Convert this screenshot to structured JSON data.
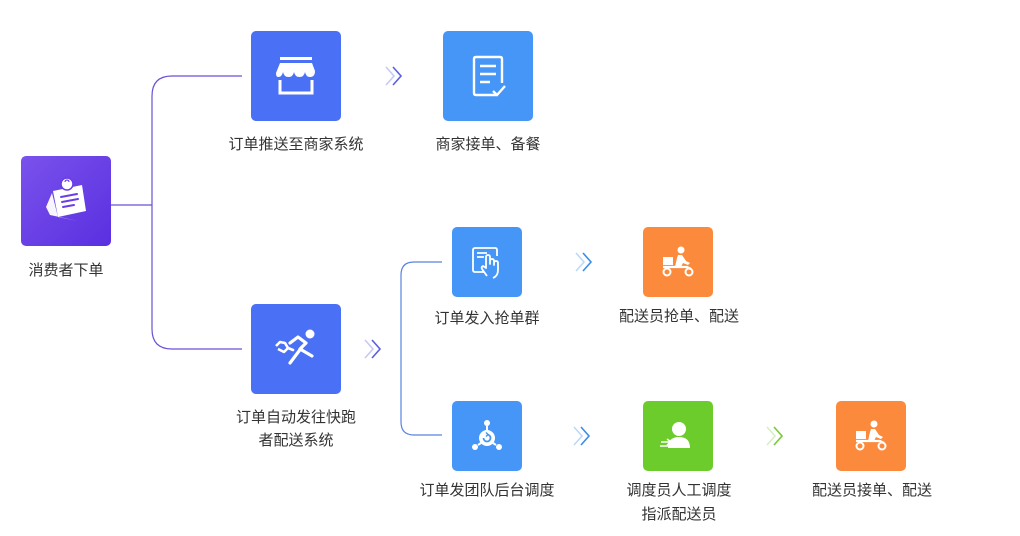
{
  "diagram": {
    "title": "",
    "colors": {
      "purple": "#6a3de8",
      "royal_blue": "#4a70f5",
      "sky_blue": "#4596f6",
      "orange": "#fb8a3c",
      "green": "#6ccc2b",
      "line_purple": "#6b4fd6",
      "line_blue": "#5b82e0",
      "arrow_blue": "#3a8ee8",
      "arrow_purple": "#5a5ee0",
      "arrow_green": "#78c83a"
    },
    "nodes": [
      {
        "id": "consumer",
        "label": "消费者下单",
        "icon": "sticky-note-pin-icon",
        "color": "purple"
      },
      {
        "id": "push_merchant",
        "label": "订单推送至商家系统",
        "icon": "storefront-icon",
        "color": "royal_blue"
      },
      {
        "id": "merchant_accept",
        "label": "商家接单、备餐",
        "icon": "document-check-icon",
        "color": "sky_blue"
      },
      {
        "id": "auto_dispatch",
        "label_line1": "订单自动发往快跑",
        "label_line2": "者配送系统",
        "icon": "runner-icon",
        "color": "royal_blue"
      },
      {
        "id": "grab_group",
        "label": "订单发入抢单群",
        "icon": "touch-tablet-icon",
        "color": "sky_blue"
      },
      {
        "id": "rider_grab",
        "label": "配送员抢单、配送",
        "icon": "delivery-scooter-icon",
        "color": "orange"
      },
      {
        "id": "team_dispatch",
        "label": "订单发团队后台调度",
        "icon": "dispatch-hub-icon",
        "color": "sky_blue"
      },
      {
        "id": "manual_dispatch",
        "label_line1": "调度员人工调度",
        "label_line2": "指派配送员",
        "icon": "person-assign-icon",
        "color": "green"
      },
      {
        "id": "rider_accept",
        "label": "配送员接单、配送",
        "icon": "delivery-scooter-icon",
        "color": "orange"
      }
    ],
    "edges": [
      {
        "from": "consumer",
        "to": "push_merchant"
      },
      {
        "from": "consumer",
        "to": "auto_dispatch"
      },
      {
        "from": "push_merchant",
        "to": "merchant_accept"
      },
      {
        "from": "auto_dispatch",
        "to": "grab_group"
      },
      {
        "from": "auto_dispatch",
        "to": "team_dispatch"
      },
      {
        "from": "grab_group",
        "to": "rider_grab"
      },
      {
        "from": "team_dispatch",
        "to": "manual_dispatch"
      },
      {
        "from": "manual_dispatch",
        "to": "rider_accept"
      }
    ]
  }
}
